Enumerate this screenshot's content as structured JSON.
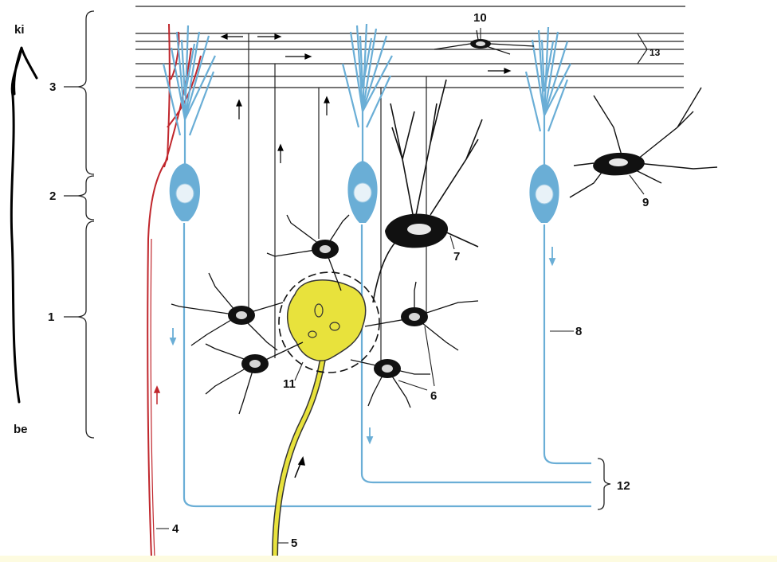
{
  "direction": {
    "top": "ki",
    "bottom": "be"
  },
  "layers": [
    "1",
    "2",
    "3"
  ],
  "labels": {
    "l4": "4",
    "l5": "5",
    "l6": "6",
    "l7": "7",
    "l8": "8",
    "l9": "9",
    "l10": "10",
    "l11": "11",
    "l12": "12",
    "l13": "13"
  },
  "colors": {
    "pyramidal": "#6aaed6",
    "climbing_fiber": "#c0262c",
    "mossy_fiber": "#e8e23c",
    "neuron": "#111111"
  }
}
